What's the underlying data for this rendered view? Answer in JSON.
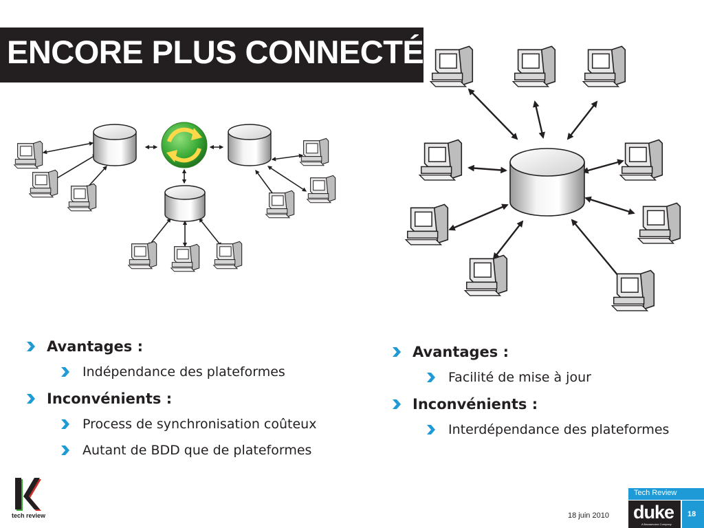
{
  "slide": {
    "title": "ENCORE PLUS CONNECTÉ"
  },
  "left_list": {
    "items": [
      {
        "level": 1,
        "text": "Avantages :"
      },
      {
        "level": 2,
        "text": "Indépendance des plateformes"
      },
      {
        "level": 1,
        "text": "Inconvénients :"
      },
      {
        "level": 2,
        "text": "Process de synchronisation coûteux"
      },
      {
        "level": 2,
        "text": "Autant de BDD que de plateformes"
      }
    ]
  },
  "right_list": {
    "items": [
      {
        "level": 1,
        "text": "Avantages :"
      },
      {
        "level": 2,
        "text": "Facilité de mise à jour"
      },
      {
        "level": 1,
        "text": "Inconvénients :"
      },
      {
        "level": 2,
        "text": "Interdépendance des plateformes"
      }
    ]
  },
  "footer": {
    "date": "18 juin 2010",
    "tech_review": "Tech Review",
    "duke_logo": "duke",
    "duke_tagline": "A Bazaarvoice Company",
    "page_number": "18",
    "logo_caption": "tech review"
  },
  "colors": {
    "title_background": "#231f20",
    "accent_blue": "#1e9ad6",
    "bullet_blue": "#1e9ad6",
    "sync_green": "#3aa935"
  },
  "icons": {
    "bullet": "chevron-right-icon",
    "database": "database-cylinder-icon",
    "computer": "computer-icon",
    "sync": "sync-icon"
  }
}
